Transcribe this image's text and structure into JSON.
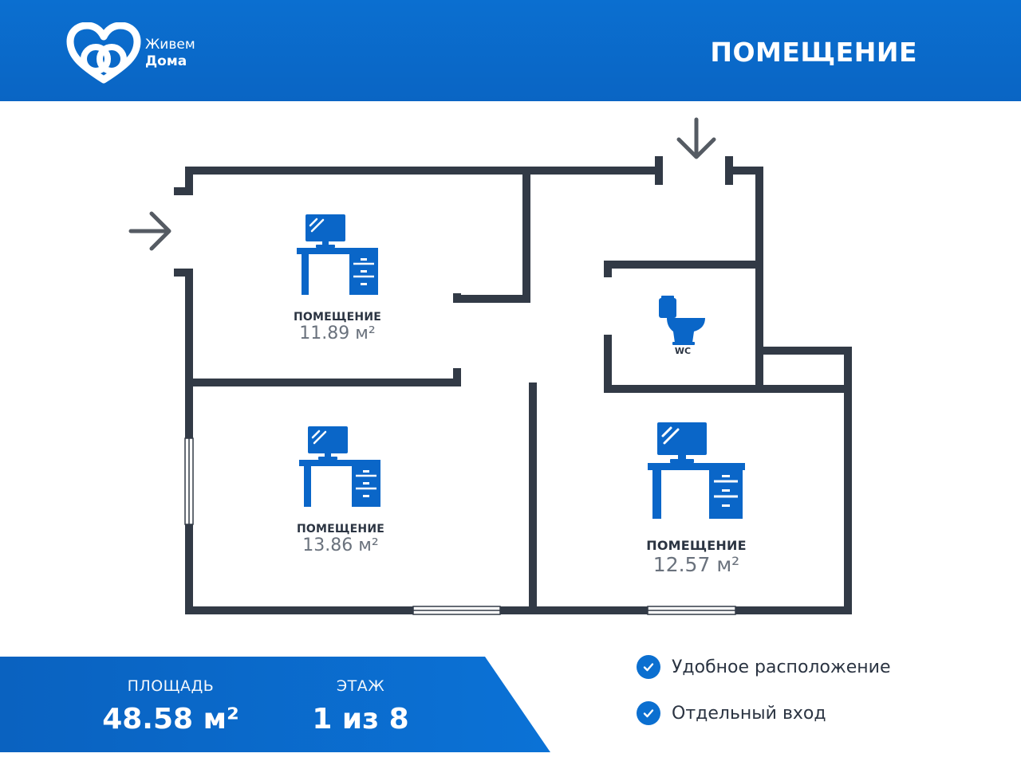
{
  "brand": {
    "line1": "Живем",
    "line2": "Дома"
  },
  "header": {
    "title": "ПОМЕЩЕНИЕ"
  },
  "rooms": [
    {
      "name": "ПОМЕЩЕНИЕ",
      "area": "11.89 м²"
    },
    {
      "name": "ПОМЕЩЕНИЕ",
      "area": "13.86 м²"
    },
    {
      "name": "ПОМЕЩЕНИЕ",
      "area": "12.57 м²"
    }
  ],
  "wc": {
    "label": "WC"
  },
  "stats": {
    "area_label": "ПЛОЩАДЬ",
    "area_value": "48.58 м²",
    "floor_label": "ЭТАЖ",
    "floor_value": "1 из 8"
  },
  "features": [
    "Удобное расположение",
    "Отдельный вход"
  ],
  "colors": {
    "brand_blue": "#0b6fd0",
    "wall": "#323a46",
    "icon_blue": "#0a66c8"
  },
  "icons": [
    "logo-hearts",
    "entry-arrow",
    "desk-computer",
    "toilet",
    "check-circle"
  ]
}
